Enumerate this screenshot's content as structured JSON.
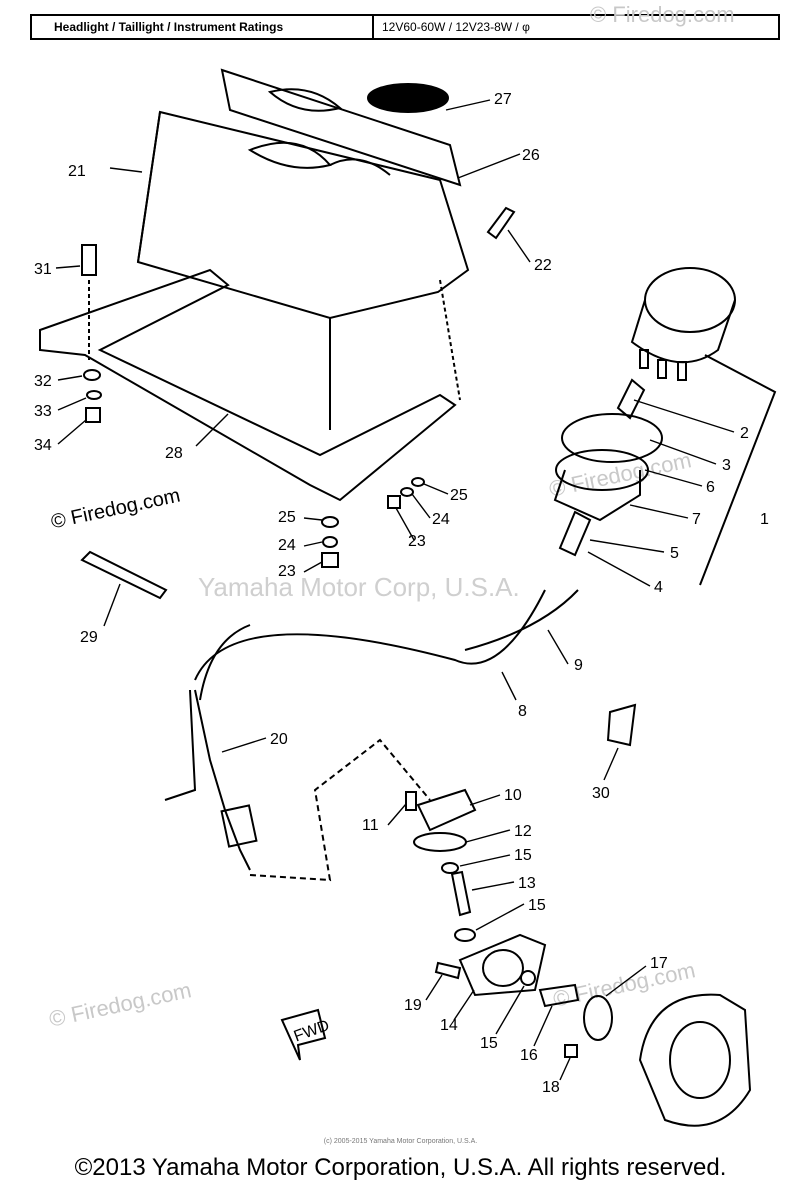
{
  "ratings_table": {
    "label": "Headlight / Taillight / Instrument Ratings",
    "value": "12V60-60W / 12V23-8W / φ"
  },
  "watermarks": {
    "firedog_main": "© Firedog.com",
    "firedog_faint": "© Firedog.com",
    "yamaha": "Yamaha Motor Corp, U.S.A."
  },
  "fwd_label": "FWD",
  "callouts": [
    "1",
    "2",
    "3",
    "4",
    "5",
    "6",
    "7",
    "8",
    "9",
    "10",
    "11",
    "12",
    "13",
    "14",
    "15",
    "15",
    "15",
    "16",
    "17",
    "18",
    "19",
    "20",
    "21",
    "22",
    "23",
    "23",
    "24",
    "24",
    "25",
    "25",
    "26",
    "27",
    "28",
    "29",
    "30",
    "31",
    "32",
    "33",
    "34"
  ],
  "copyright_small": "(c) 2005-2015 Yamaha Motor Corporation, U.S.A.",
  "copyright_main": "©2013 Yamaha Motor Corporation, U.S.A. All rights reserved."
}
